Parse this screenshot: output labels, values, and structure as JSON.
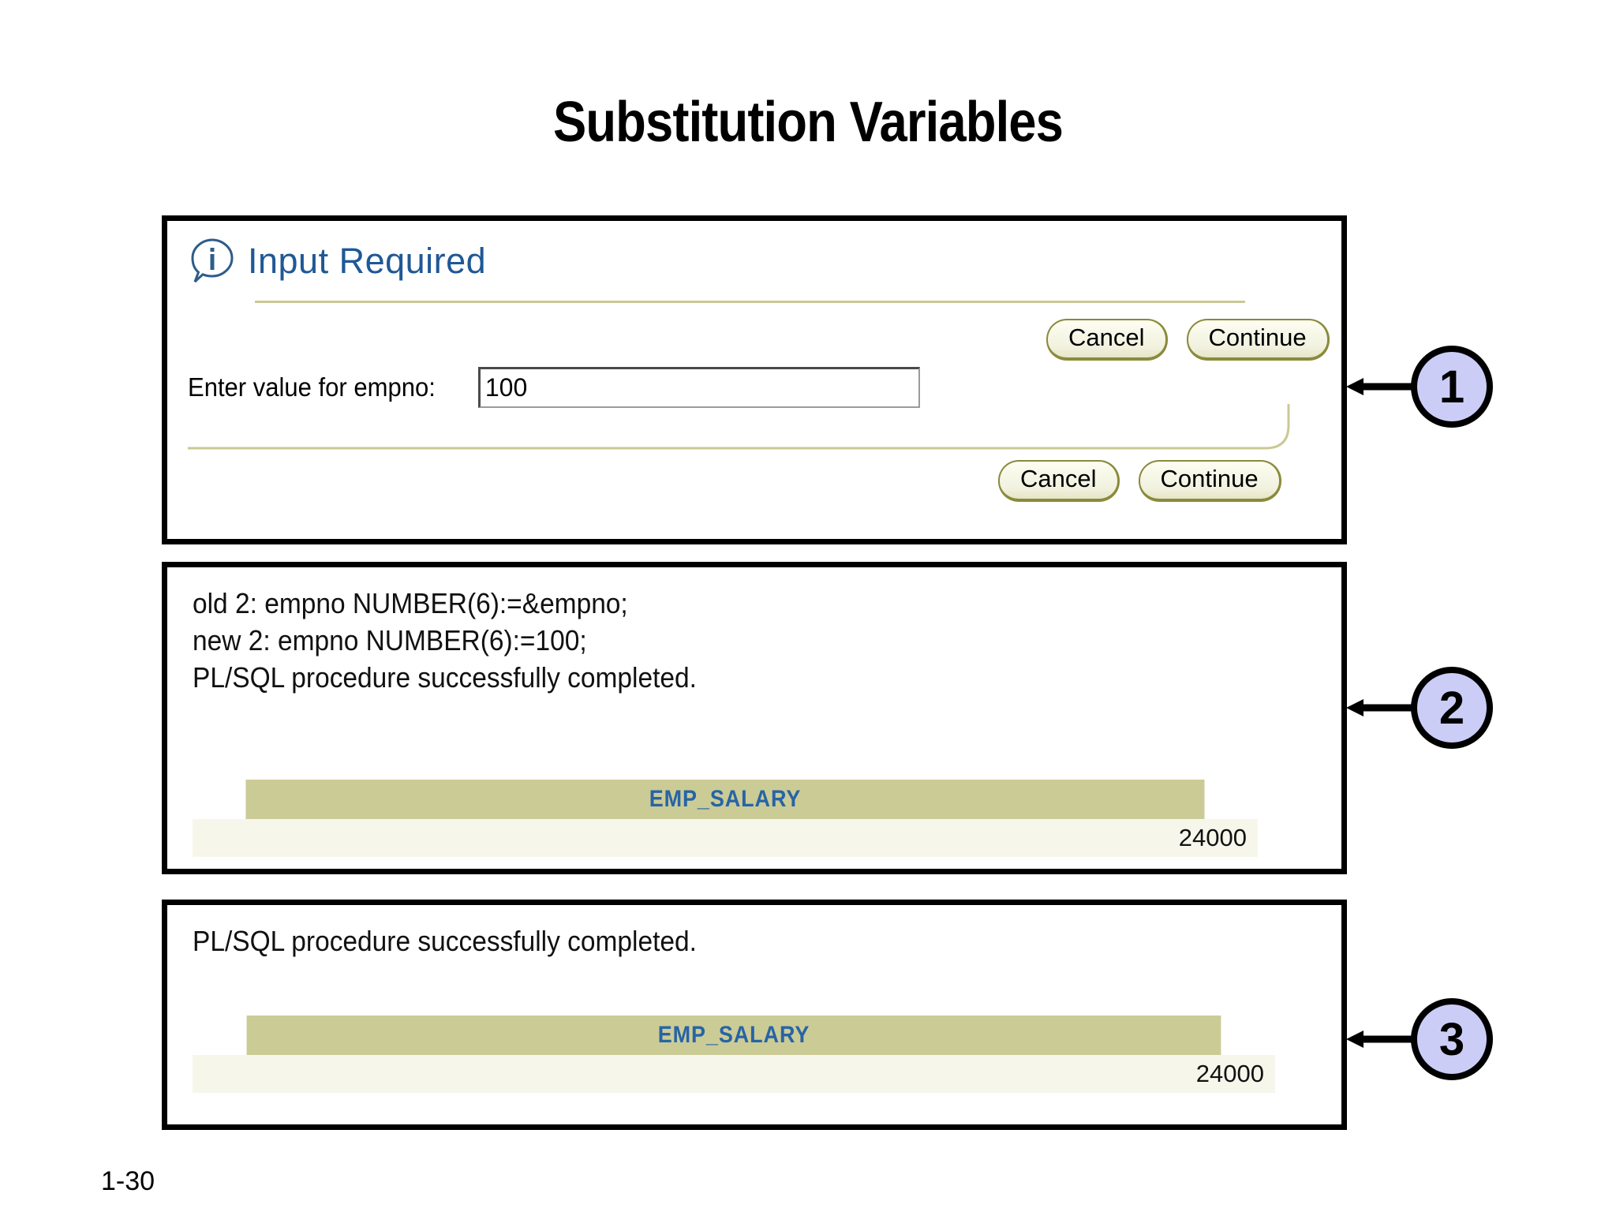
{
  "slide": {
    "title": "Substitution Variables",
    "page_number": "1-30"
  },
  "panel_input": {
    "icon": "info-bubble-icon",
    "dialog_title": "Input Required",
    "buttons_top": [
      {
        "label": "Cancel",
        "name": "cancel-button-top"
      },
      {
        "label": "Continue",
        "name": "continue-button-top"
      }
    ],
    "buttons_bottom": [
      {
        "label": "Cancel",
        "name": "cancel-button-bottom"
      },
      {
        "label": "Continue",
        "name": "continue-button-bottom"
      }
    ],
    "field": {
      "label": "Enter value for empno:",
      "value": "100",
      "placeholder": ""
    }
  },
  "panel_output_2": {
    "console_lines": "old 2: empno NUMBER(6):=&empno;\nnew 2: empno NUMBER(6):=100;\nPL/SQL procedure successfully completed.",
    "table": {
      "header": "EMP_SALARY",
      "value": "24000"
    }
  },
  "panel_output_3": {
    "console_lines": "PL/SQL procedure successfully completed.",
    "table": {
      "header": "EMP_SALARY",
      "value": "24000"
    }
  },
  "callouts": [
    {
      "number": "1",
      "name": "callout-1"
    },
    {
      "number": "2",
      "name": "callout-2"
    },
    {
      "number": "3",
      "name": "callout-3"
    }
  ],
  "colors": {
    "dialog_title": "#1f5896",
    "table_header_bg": "#cbcb96",
    "table_header_text": "#2764a6",
    "table_row_bg": "#f6f7ea",
    "rule": "#cac993",
    "button_border": "#8a8a3c",
    "callout_fill": "#cccdf7",
    "frame": "#000000"
  }
}
